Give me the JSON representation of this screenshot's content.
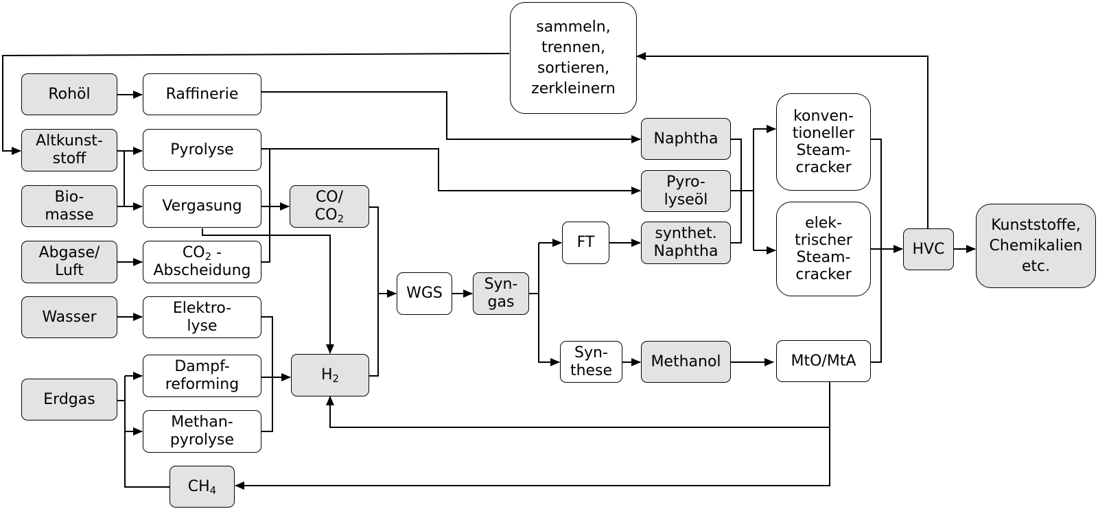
{
  "nodes": {
    "sammeln": {
      "lines": [
        "sammeln,",
        "trennen,",
        "sortieren,",
        "zerkleinern"
      ]
    },
    "rohoel": {
      "lines": [
        "Rohöl"
      ]
    },
    "raffinerie": {
      "lines": [
        "Raffinerie"
      ]
    },
    "altkunststoff": {
      "lines": [
        "Altkunst-",
        "stoff"
      ]
    },
    "pyrolyse": {
      "lines": [
        "Pyrolyse"
      ]
    },
    "biomasse": {
      "lines": [
        "Bio-",
        "masse"
      ]
    },
    "vergasung": {
      "lines": [
        "Vergasung"
      ]
    },
    "co_co2": {
      "line1": "CO/",
      "line2_main": "CO",
      "line2_sub": "2"
    },
    "abgase": {
      "lines": [
        "Abgase/",
        "Luft"
      ]
    },
    "co2_abscheidung": {
      "line1_main": "CO",
      "line1_sub": "2",
      "line1_rest": " -",
      "line2": "Abscheidung"
    },
    "wasser": {
      "lines": [
        "Wasser"
      ]
    },
    "elektrolyse": {
      "lines": [
        "Elektro-",
        "lyse"
      ]
    },
    "erdgas": {
      "lines": [
        "Erdgas"
      ]
    },
    "dampfreforming": {
      "lines": [
        "Dampf-",
        "reforming"
      ]
    },
    "methanpyrolyse": {
      "lines": [
        "Methan-",
        "pyrolyse"
      ]
    },
    "h2": {
      "main": "H",
      "sub": "2"
    },
    "ch4": {
      "main": "CH",
      "sub": "4"
    },
    "wgs": {
      "lines": [
        "WGS"
      ]
    },
    "syngas": {
      "lines": [
        "Syn-",
        "gas"
      ]
    },
    "ft": {
      "lines": [
        "FT"
      ]
    },
    "synthese": {
      "lines": [
        "Syn-",
        "these"
      ]
    },
    "naphtha": {
      "lines": [
        "Naphtha"
      ]
    },
    "pyrolyseoel": {
      "lines": [
        "Pyro-",
        "lyseöl"
      ]
    },
    "synthet_naphtha": {
      "lines": [
        "synthet.",
        "Naphtha"
      ]
    },
    "methanol": {
      "lines": [
        "Methanol"
      ]
    },
    "konv_steamcracker": {
      "lines": [
        "konven-",
        "tioneller",
        "Steam-",
        "cracker"
      ]
    },
    "elek_steamcracker": {
      "lines": [
        "elek-",
        "trischer",
        "Steam-",
        "cracker"
      ]
    },
    "mto_mta": {
      "lines": [
        "MtO/MtA"
      ]
    },
    "hvc": {
      "lines": [
        "HVC"
      ]
    },
    "kunststoffe": {
      "lines": [
        "Kunststoffe,",
        "Chemikalien",
        "etc."
      ]
    }
  }
}
